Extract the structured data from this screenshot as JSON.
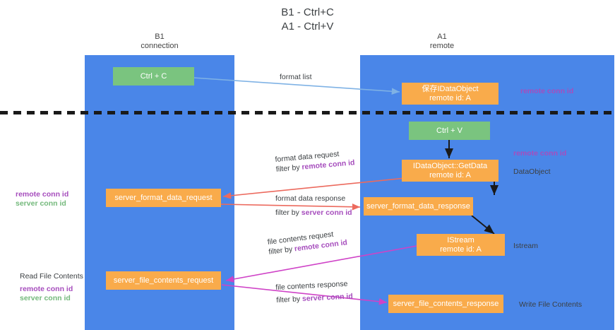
{
  "title": {
    "line1": "B1 - Ctrl+C",
    "line2": "A1 - Ctrl+V"
  },
  "columns": [
    {
      "name": "B1",
      "role": "connection"
    },
    {
      "name": "A1",
      "role": "remote"
    }
  ],
  "boxes": {
    "ctrl_c": "Ctrl + C",
    "ctrl_v": "Ctrl + V",
    "save_idataobject_l1": "保存IDataObject",
    "save_idataobject_l2": "remote id: A",
    "getdata_l1": "IDataObject::GetData",
    "getdata_l2": "remote id: A",
    "istream_l1": "IStream",
    "istream_l2": "remote id: A",
    "server_format_data_request": "server_format_data_request",
    "server_format_data_response": "server_format_data_response",
    "server_file_contents_request": "server_file_contents_request",
    "server_file_contents_response": "server_file_contents_response"
  },
  "edge_labels": {
    "format_list": "format list",
    "format_data_request": "format data request",
    "format_data_request_filter_prefix": "filter by ",
    "format_data_request_filter_key": "remote conn id",
    "format_data_response": "format data response",
    "format_data_response_filter_prefix": "filter by ",
    "format_data_response_filter_key": "server conn id",
    "file_contents_request": "file contents request",
    "file_contents_request_filter_prefix": "filter by ",
    "file_contents_request_filter_key": "remote conn id",
    "file_contents_response": "file contents response",
    "file_contents_response_filter_prefix": "filter by ",
    "file_contents_response_filter_key": "server conn id"
  },
  "annotations": {
    "right_remote_conn_id_top": "remote conn id",
    "right_remote_conn_id_mid": "remote conn id",
    "right_dataobject": "DataObject",
    "right_istream": "Istream",
    "right_write_file_contents": "Write File Contents",
    "left_remote_conn_id": "remote conn id",
    "left_server_conn_id": "server conn id",
    "left_read_file_contents": "Read File Contents",
    "left_remote_conn_id_2": "remote conn id",
    "left_server_conn_id_2": "server conn id"
  },
  "colors": {
    "column": "#4a86e8",
    "green_box": "#7ac47f",
    "orange_box": "#f9ab4b",
    "purple_key": "#a64dbd",
    "green_key": "#74b97c",
    "red_arrow": "#ec6a5e",
    "magenta_arrow": "#cf43c7",
    "blue_arrow": "#7fb2e5",
    "black_arrow": "#1a1a1a"
  }
}
